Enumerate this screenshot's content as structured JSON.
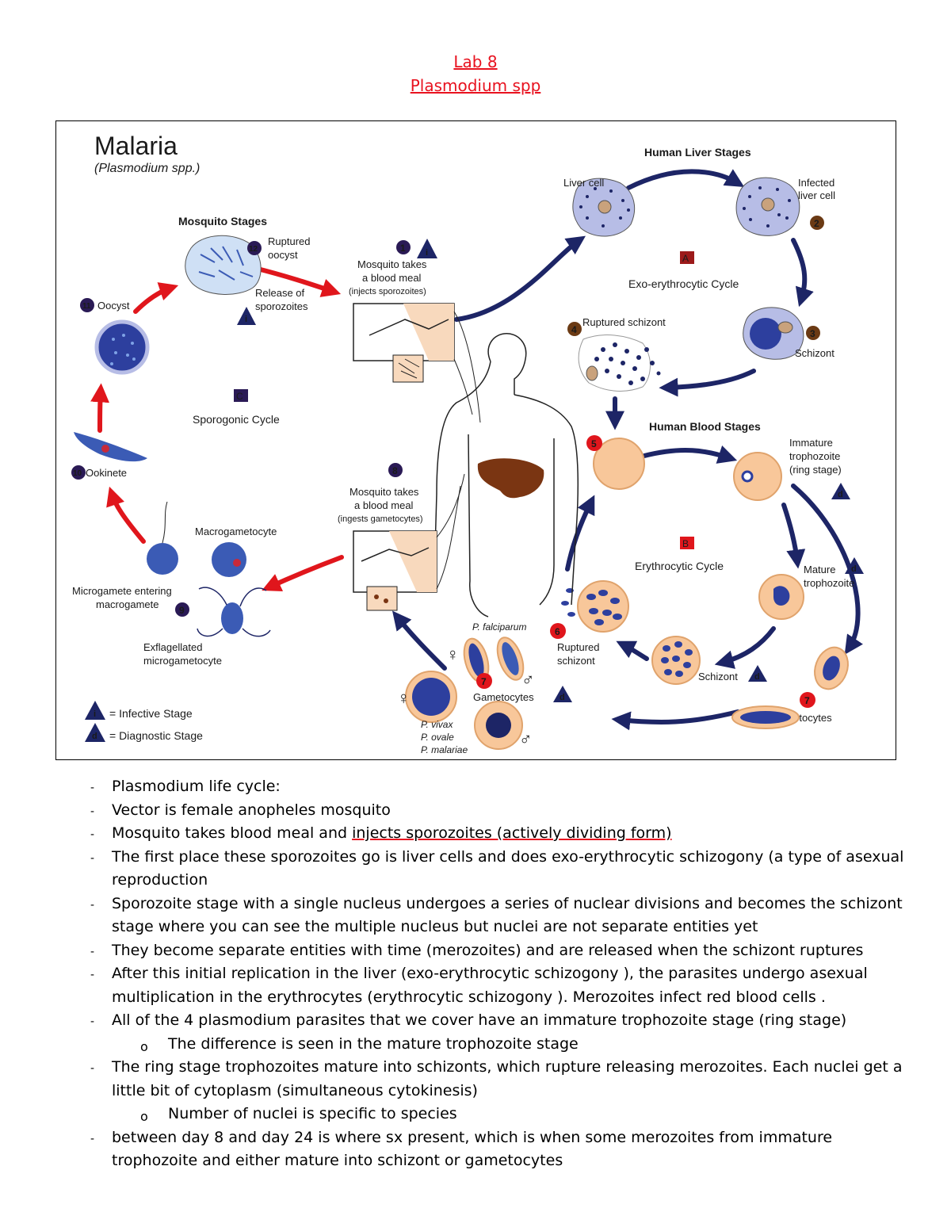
{
  "header": {
    "line1": "Lab 8",
    "line2": "Plasmodium spp"
  },
  "figure": {
    "title": "Malaria",
    "subtitle": "(Plasmodium spp.)",
    "sections": {
      "human_liver": "Human Liver Stages",
      "human_blood": "Human Blood Stages",
      "mosquito": "Mosquito Stages"
    },
    "cycles": {
      "a_letter": "A",
      "a_name": "Exo-erythrocytic Cycle",
      "b_letter": "B",
      "b_name": "Erythrocytic Cycle",
      "c_letter": "C",
      "c_name": "Sporogonic Cycle"
    },
    "stages": {
      "n1": "1",
      "s1a": "Mosquito takes",
      "s1b": "a blood meal",
      "s1c": "(injects sporozoites)",
      "liver_cell": "Liver cell",
      "n2": "2",
      "s2a": "Infected",
      "s2b": "liver cell",
      "n3": "3",
      "s3": "Schizont",
      "n4": "4",
      "s4": "Ruptured schizont",
      "n5": "5",
      "s_imm_a": "Immature",
      "s_imm_b": "trophozoite",
      "s_imm_c": "(ring stage)",
      "s_mat_a": "Mature",
      "s_mat_b": "trophozoite",
      "s_schiz": "Schizont",
      "n6": "6",
      "s6a": "Ruptured",
      "s6b": "schizont",
      "n7": "7",
      "s7": "Gametocytes",
      "s7_center": "Gametocytes",
      "falciparum": "P. falciparum",
      "vivax": "P. vivax",
      "ovale": "P. ovale",
      "malariae": "P. malariae",
      "n8": "8",
      "s8a": "Mosquito takes",
      "s8b": "a blood meal",
      "s8c": "(ingests gametocytes)",
      "n9": "9",
      "s9a": "Microgamete entering",
      "s9b": "macrogamete",
      "macrogametocyte": "Macrogametocyte",
      "exfl_a": "Exflagellated",
      "exfl_b": "microgametocyte",
      "n10": "10",
      "s10": "Ookinete",
      "n11": "11",
      "s11": "Oocyst",
      "n12": "12",
      "s12a": "Ruptured",
      "s12b": "oocyst",
      "rel_a": "Release of",
      "rel_b": "sporozoites"
    },
    "legend": {
      "i": "i",
      "infective": "= Infective Stage",
      "d": "d",
      "diagnostic": "= Diagnostic Stage"
    },
    "symbols": {
      "female": "♀",
      "male": "♂"
    },
    "colors": {
      "navy": "#1d2566",
      "red_arrow": "#e0161c",
      "rbc": "#f8c79a",
      "parasite_blue": "#2d3f9e",
      "liver_cell": "#b7bde6",
      "badge_red": "#e0161c",
      "badge_brown": "#6b3a14",
      "badge_navy": "#2a1a55",
      "liver_organ": "#7a3512"
    }
  },
  "notes": [
    {
      "level": 1,
      "text": "Plasmodium life cycle:"
    },
    {
      "level": 1,
      "text": "Vector is female anopheles mosquito"
    },
    {
      "level": 1,
      "text": "Mosquito takes blood meal and ",
      "underlined": "injects sporozoites (actively dividing form)"
    },
    {
      "level": 1,
      "text": "The first place these sporozoites go is liver cells and does exo-erythrocytic schizogony (a type of asexual reproduction"
    },
    {
      "level": 1,
      "text": "Sporozoite stage with a single nucleus undergoes a series of nuclear divisions and becomes the schizont stage where you can see the multiple nucleus but nuclei are not separate entities yet"
    },
    {
      "level": 1,
      "text": "They become separate entities with time (merozoites) and are released when the schizont ruptures"
    },
    {
      "level": 1,
      "text": "After this initial replication in the liver (exo-erythrocytic schizogony ), the parasites undergo asexual multiplication in the erythrocytes (erythrocytic schizogony ). Merozoites infect red blood cells ."
    },
    {
      "level": 1,
      "text": "All of the 4 plasmodium parasites that we cover have an immature trophozoite stage (ring stage)"
    },
    {
      "level": 2,
      "text": "The difference is seen in the mature trophozoite stage"
    },
    {
      "level": 1,
      "text": "The ring stage trophozoites mature into schizonts, which rupture releasing merozoites. Each nuclei get a little bit of cytoplasm (simultaneous cytokinesis)"
    },
    {
      "level": 2,
      "text": "Number of nuclei is specific to species"
    },
    {
      "level": 1,
      "text": "between day 8 and day 24 is where sx present, which is when some merozoites from immature trophozoite and either mature into schizont or gametocytes"
    }
  ]
}
